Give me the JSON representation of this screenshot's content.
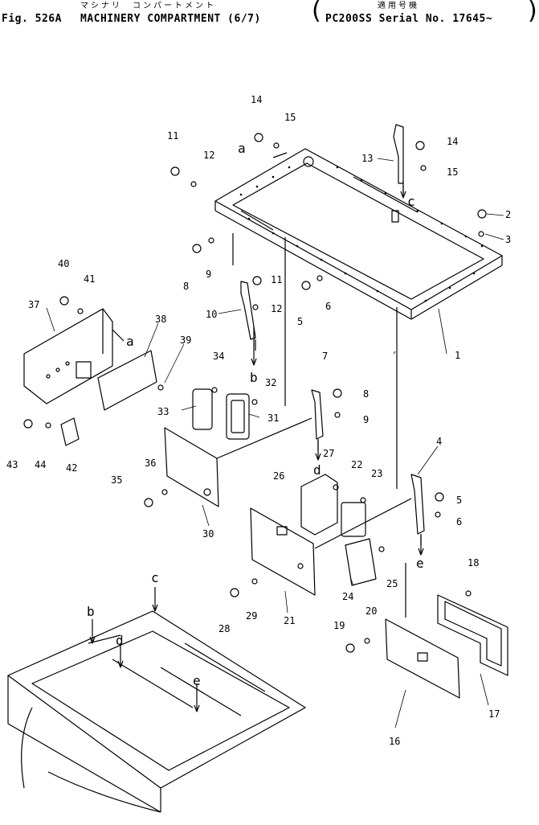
{
  "header": {
    "kana_left": "マシナリ　コンパートメント",
    "kana_right": "適用号機",
    "fig_label": "Fig. 526A",
    "title": "MACHINERY COMPARTMENT (6/7)",
    "applicability": "PC200SS Serial No. 17645~"
  },
  "callouts": {
    "ref_letters": [
      "a",
      "a",
      "b",
      "c",
      "d",
      "e",
      "b",
      "c",
      "d",
      "e"
    ],
    "part_numbers": [
      "1",
      "2",
      "3",
      "4",
      "5",
      "5",
      "6",
      "6",
      "7",
      "8",
      "8",
      "9",
      "9",
      "10",
      "11",
      "11",
      "12",
      "12",
      "13",
      "14",
      "14",
      "15",
      "15",
      "16",
      "17",
      "18",
      "19",
      "20",
      "21",
      "22",
      "23",
      "24",
      "25",
      "26",
      "27",
      "28",
      "29",
      "30",
      "31",
      "32",
      "33",
      "34",
      "35",
      "36",
      "37",
      "38",
      "39",
      "40",
      "41",
      "42",
      "43",
      "44"
    ]
  }
}
